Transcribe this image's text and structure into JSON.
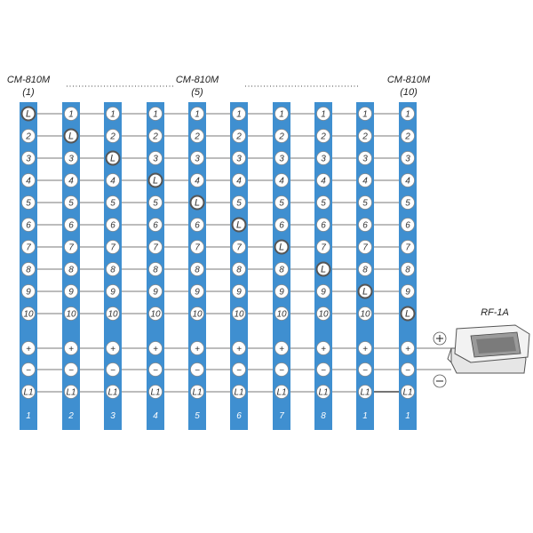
{
  "labels": {
    "first_module": "CM-810M",
    "first_index": "(1)",
    "mid_module": "CM-810M",
    "mid_index": "(5)",
    "last_module": "CM-810M",
    "last_index": "(10)",
    "power_unit": "RF-1A"
  },
  "terminals": [
    "1",
    "2",
    "3",
    "4",
    "5",
    "6",
    "7",
    "8",
    "9",
    "10"
  ],
  "l_marker": "L",
  "l1_marker": "L1",
  "plus_symbol": "+",
  "minus_symbol": "−",
  "base_numbers": [
    "1",
    "2",
    "3",
    "4",
    "5",
    "6",
    "7",
    "8",
    "1",
    "1"
  ],
  "colors": {
    "strip": "#3f8fd0",
    "wire": "#7a7a7a",
    "marker_ring": "#555555"
  },
  "icons": {
    "power_unit": "power-supply-icon",
    "plus": "plus-circle-icon",
    "minus": "minus-circle-icon"
  }
}
